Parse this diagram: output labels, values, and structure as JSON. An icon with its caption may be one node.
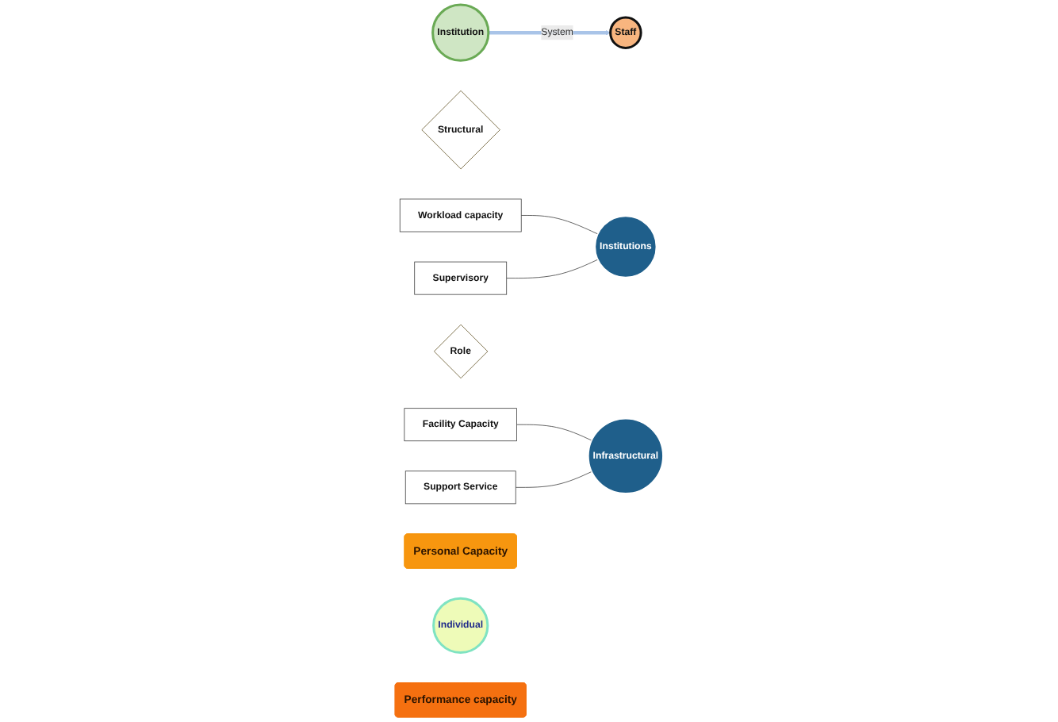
{
  "diagram": {
    "nodes": [
      {
        "text": [
          "Institution"
        ]
      },
      {
        "text": [
          "Structural"
        ]
      },
      {
        "text": [
          "Institutions"
        ]
      },
      {
        "text": [
          "Workload capacity"
        ]
      },
      {
        "text": [
          "Supervisory"
        ]
      },
      {
        "text": [
          "Staff"
        ]
      },
      {
        "text": [
          "Role"
        ]
      },
      {
        "text": [
          "Infrastructural"
        ]
      },
      {
        "text": [
          "Facility Capacity"
        ]
      },
      {
        "text": [
          "Support Service"
        ]
      },
      {
        "text": [
          "Personal Capacity"
        ]
      },
      {
        "text": [
          "Individual"
        ]
      },
      {
        "text": [
          "Performance capacity"
        ]
      }
    ],
    "edges": [
      {
        "from": 0,
        "to": 5,
        "label": "System",
        "arrow": "to",
        "style": "thick",
        "color": "#a9c4e8"
      },
      {
        "from": 3,
        "to": 2,
        "arrow": "none"
      },
      {
        "from": 4,
        "to": 2,
        "arrow": "none"
      },
      {
        "from": 8,
        "to": 7,
        "arrow": "none"
      },
      {
        "from": 9,
        "to": 7,
        "arrow": "none"
      }
    ]
  }
}
